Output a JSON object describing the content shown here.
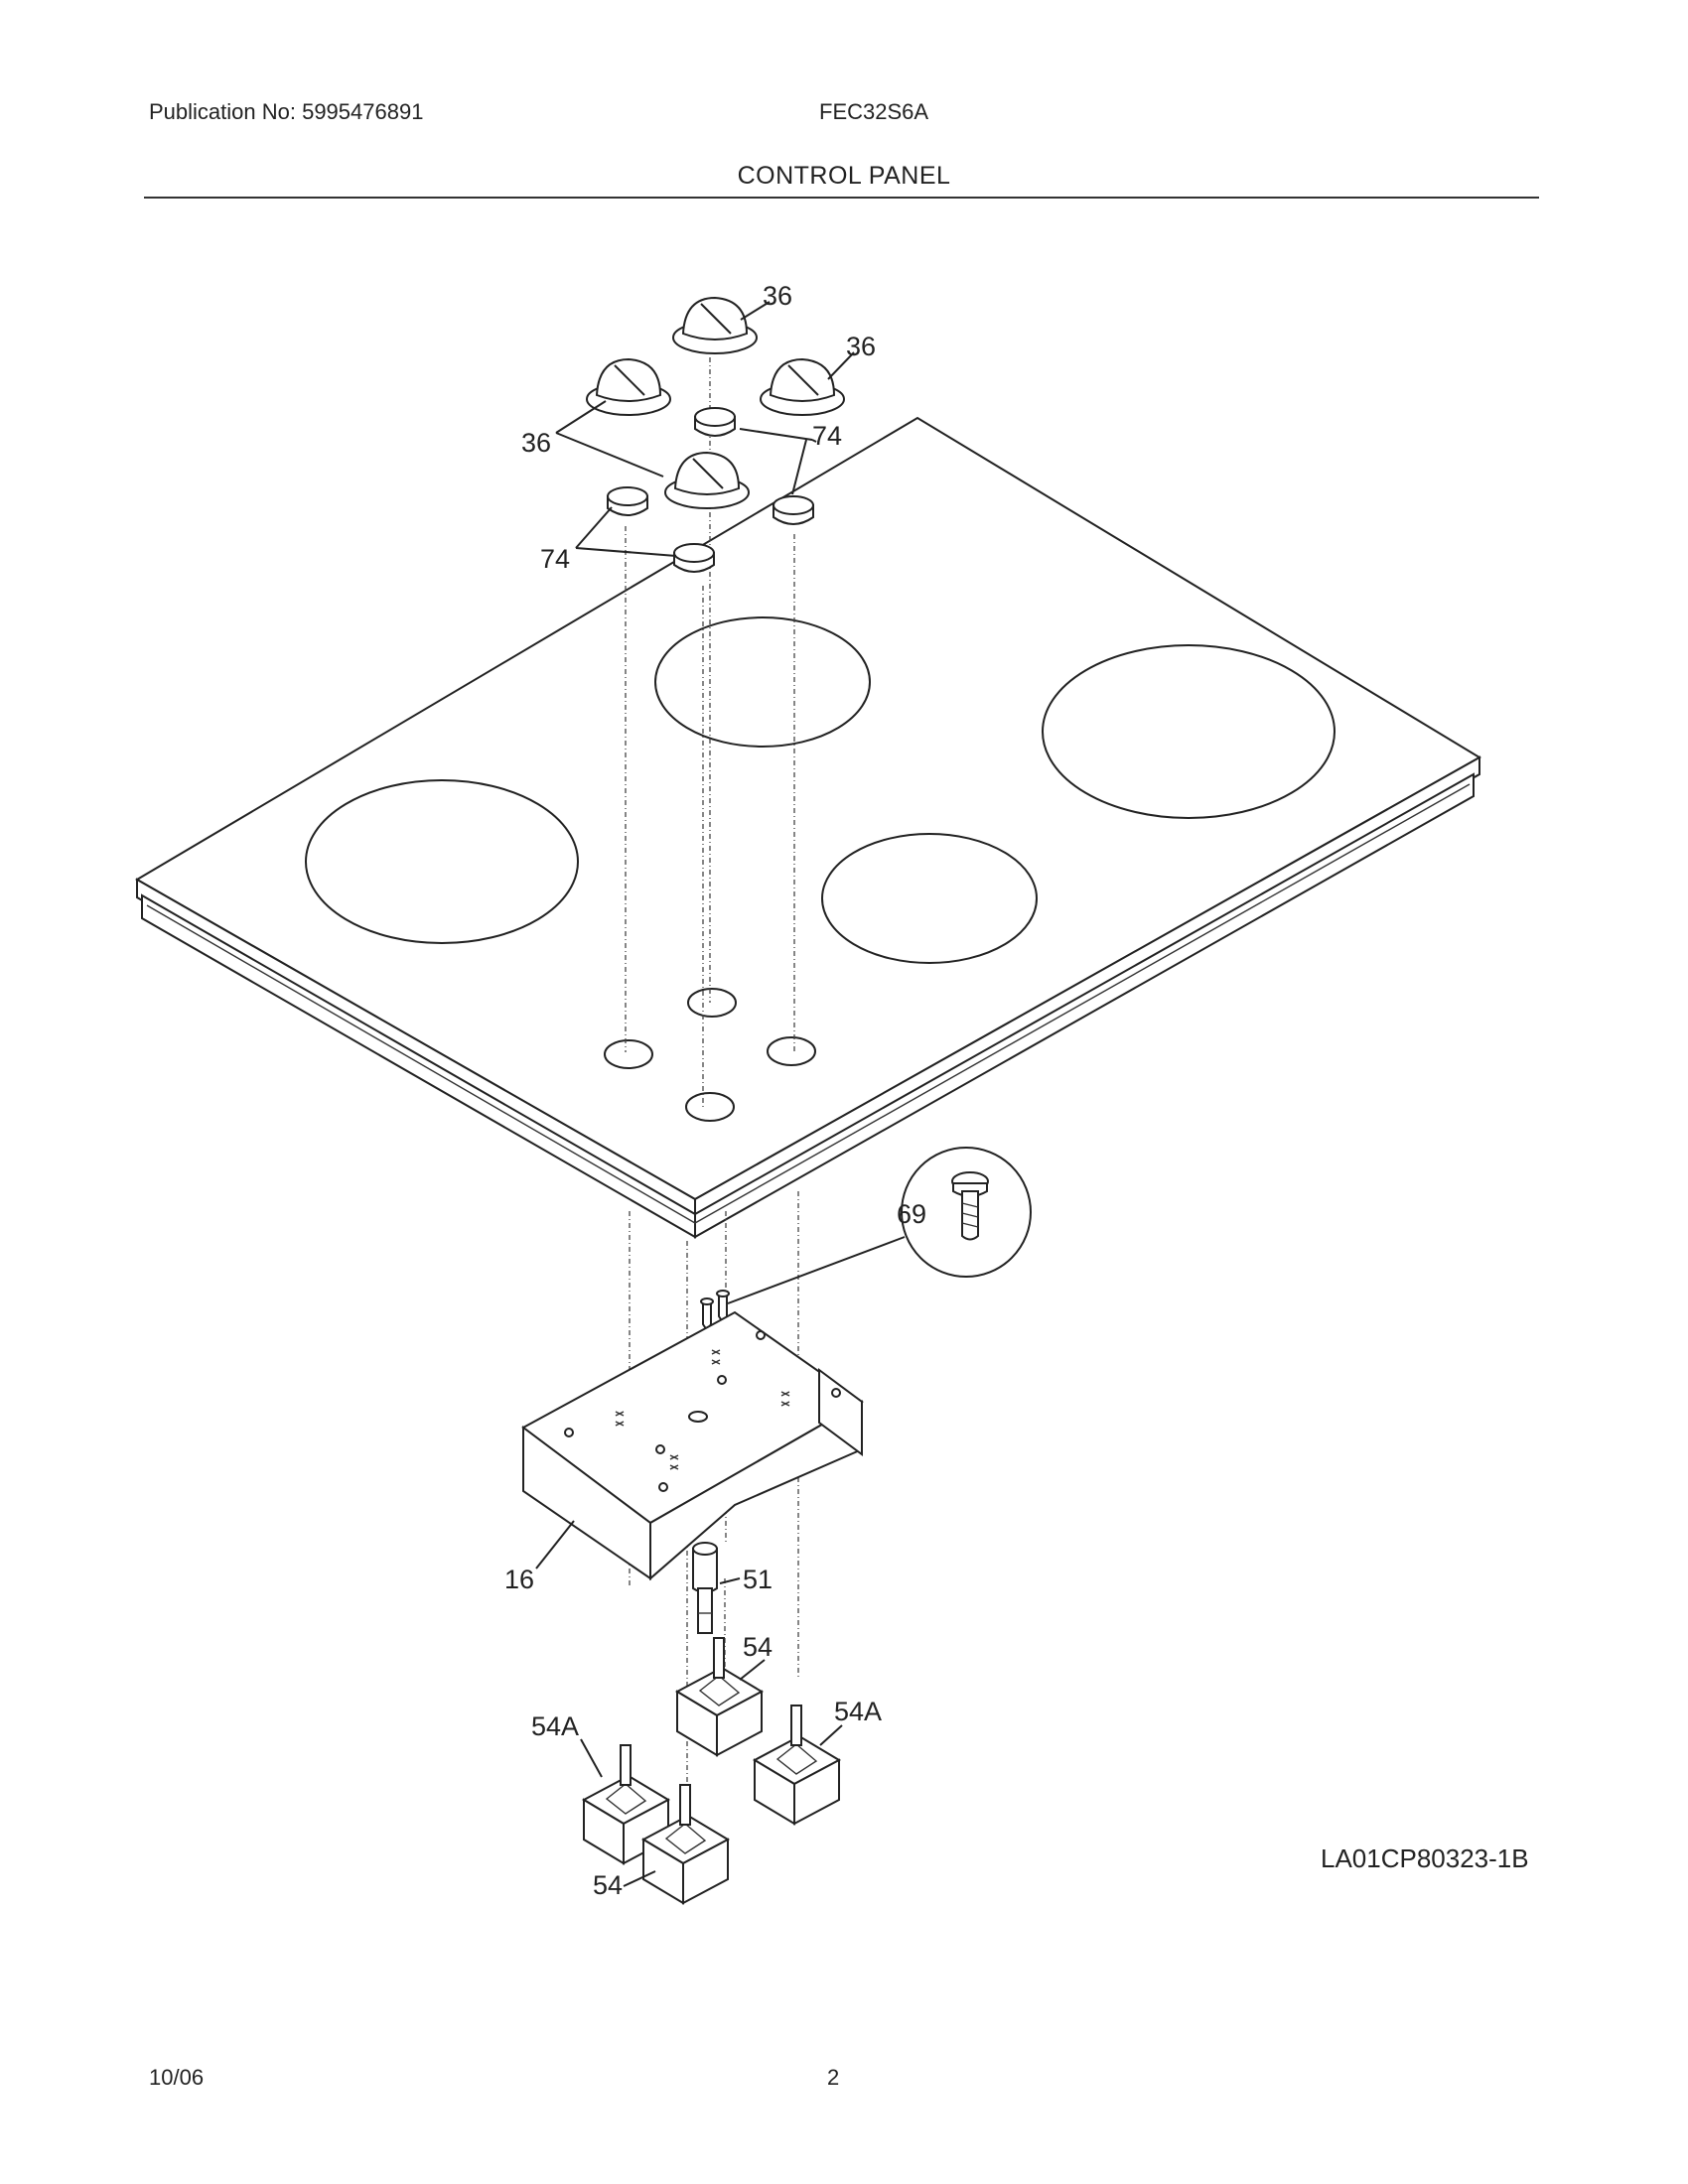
{
  "header": {
    "publication": "Publication No: 5995476891",
    "model": "FEC32S6A",
    "section_title": "CONTROL PANEL"
  },
  "diagram": {
    "code": "LA01CP80323-1B",
    "callouts": {
      "knob_a": "36",
      "knob_b": "36",
      "knob_c": "36",
      "bezel_a": "74",
      "bezel_b": "74",
      "screw": "69",
      "panel": "16",
      "switch": "51",
      "infinite_switch_a": "54",
      "infinite_switch_b": "54",
      "infinite_switch_c": "54A",
      "infinite_switch_d": "54A"
    }
  },
  "footer": {
    "date": "10/06",
    "page": "2"
  }
}
